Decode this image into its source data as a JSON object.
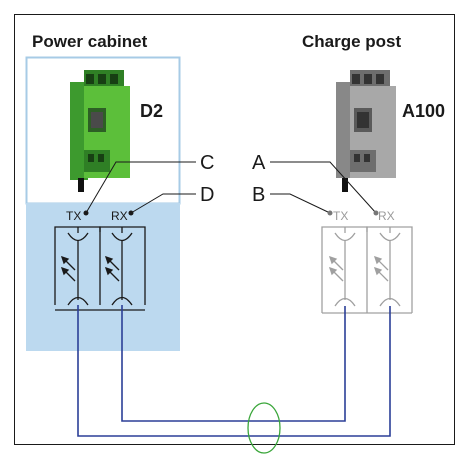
{
  "headings": {
    "left": "Power cabinet",
    "right": "Charge post"
  },
  "devices": {
    "left_label": "D2",
    "right_label": "A100",
    "left_color": "#5cbf3a",
    "right_color": "#a8a8a8"
  },
  "pins": {
    "c": "C",
    "d": "D",
    "a": "A",
    "b": "B"
  },
  "ports": {
    "left_tx": "TX",
    "left_rx": "RX",
    "right_tx": "TX",
    "right_rx": "RX"
  },
  "colors": {
    "panel_fill": "#bcd9ef",
    "panel_border": "#a7cbe6",
    "fiber": "#2b3f97",
    "ring": "#3aa63a",
    "inactive_stroke": "#a0a0a0"
  }
}
